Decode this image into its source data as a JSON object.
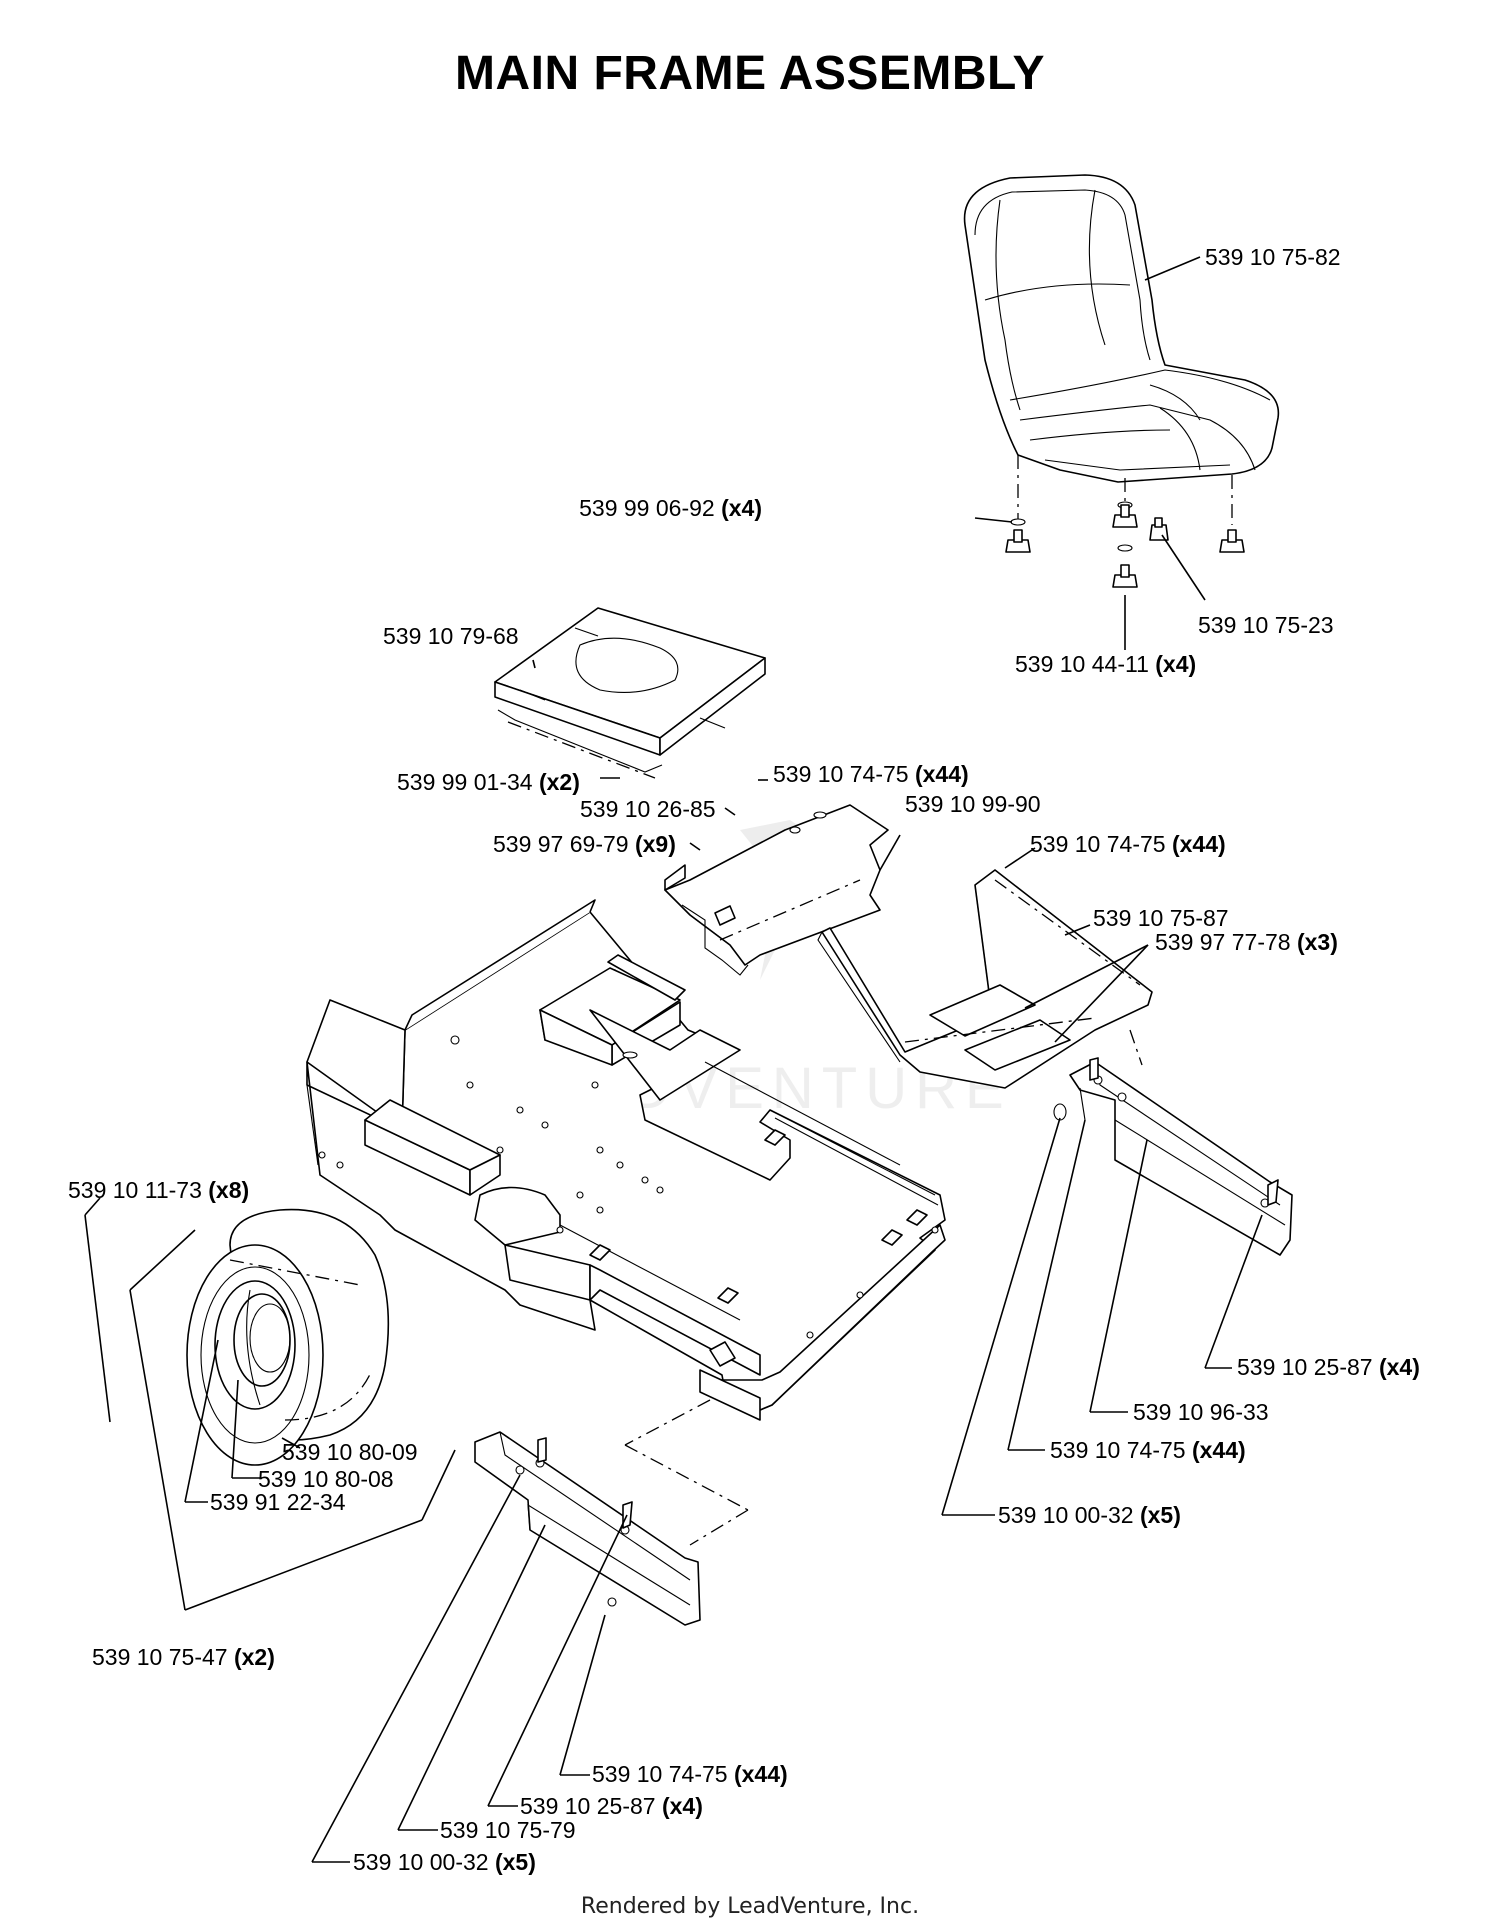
{
  "title": "MAIN FRAME ASSEMBLY",
  "footer": "Rendered by LeadVenture, Inc.",
  "watermark": "LEADVENTURE",
  "colors": {
    "line": "#000000",
    "background": "#ffffff",
    "watermark": "#cfcfcf"
  },
  "callouts": [
    {
      "part": "539 10 75-82",
      "qty": ""
    },
    {
      "part": "539 99 06-92",
      "qty": "(x4)"
    },
    {
      "part": "539 10 75-23",
      "qty": ""
    },
    {
      "part": "539 10 44-11",
      "qty": "(x4)"
    },
    {
      "part": "539 10 79-68",
      "qty": ""
    },
    {
      "part": "539 99 01-34",
      "qty": "(x2)"
    },
    {
      "part": "539 10 74-75",
      "qty": "(x44)"
    },
    {
      "part": "539 10 26-85",
      "qty": ""
    },
    {
      "part": "539 10 99-90",
      "qty": ""
    },
    {
      "part": "539 97 69-79",
      "qty": "(x9)"
    },
    {
      "part": "539 10 74-75",
      "qty": "(x44)"
    },
    {
      "part": "539 10 75-87",
      "qty": ""
    },
    {
      "part": "539 97 77-78",
      "qty": "(x3)"
    },
    {
      "part": "539 10 11-73",
      "qty": "(x8)"
    },
    {
      "part": "539 10 25-87",
      "qty": "(x4)"
    },
    {
      "part": "539 10 96-33",
      "qty": ""
    },
    {
      "part": "539 10 74-75",
      "qty": "(x44)"
    },
    {
      "part": "539 10 80-09",
      "qty": ""
    },
    {
      "part": "539 10 80-08",
      "qty": ""
    },
    {
      "part": "539 91 22-34",
      "qty": ""
    },
    {
      "part": "539 10 00-32",
      "qty": "(x5)"
    },
    {
      "part": "539 10 75-47",
      "qty": "(x2)"
    },
    {
      "part": "539 10 74-75",
      "qty": "(x44)"
    },
    {
      "part": "539 10 25-87",
      "qty": "(x4)"
    },
    {
      "part": "539 10 75-79",
      "qty": ""
    },
    {
      "part": "539 10 00-32",
      "qty": "(x5)"
    }
  ]
}
